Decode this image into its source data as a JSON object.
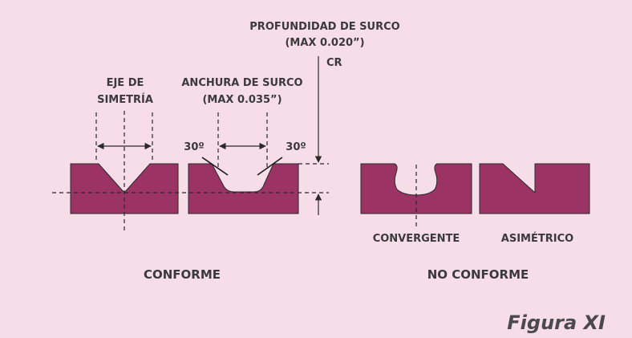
{
  "colors": {
    "background": "#f7dde8",
    "part_fill": "#9b3465",
    "line": "#2a2a2a",
    "text": "#3a3a3a"
  },
  "labels": {
    "depth_line1": "PROFUNDIDAD DE SURCO",
    "depth_line2": "(MAX 0.020”)",
    "cr": "CR",
    "axis_line1": "EJE DE",
    "axis_line2": "SIMETRÍA",
    "width_line1": "ANCHURA DE SURCO",
    "width_line2": "(MAX 0.035”)",
    "angle_left": "30º",
    "angle_right": "30º",
    "convergent": "CONVERGENTE",
    "asymmetric": "ASIMÉTRICO",
    "conforming": "CONFORME",
    "nonconforming": "NO CONFORME",
    "figure": "Figura XI"
  }
}
